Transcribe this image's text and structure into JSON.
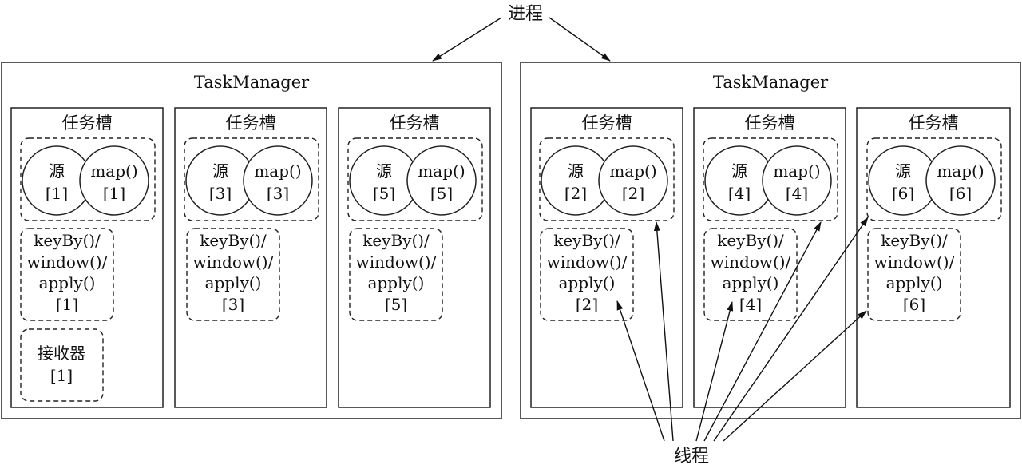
{
  "process_label": "进程",
  "thread_label": "线程",
  "task_managers": [
    {
      "title": "TaskManager",
      "slots": [
        {
          "title": "任务槽",
          "source": "源",
          "map": "map()",
          "source_index": "[1]",
          "map_index": "[1]",
          "agg_lines": [
            "keyBy()/",
            "window()/",
            "apply()",
            "[1]"
          ],
          "sink_lines": [
            "接收器",
            "[1]"
          ]
        },
        {
          "title": "任务槽",
          "source": "源",
          "map": "map()",
          "source_index": "[3]",
          "map_index": "[3]",
          "agg_lines": [
            "keyBy()/",
            "window()/",
            "apply()",
            "[3]"
          ]
        },
        {
          "title": "任务槽",
          "source": "源",
          "map": "map()",
          "source_index": "[5]",
          "map_index": "[5]",
          "agg_lines": [
            "keyBy()/",
            "window()/",
            "apply()",
            "[5]"
          ]
        }
      ]
    },
    {
      "title": "TaskManager",
      "slots": [
        {
          "title": "任务槽",
          "source": "源",
          "map": "map()",
          "source_index": "[2]",
          "map_index": "[2]",
          "agg_lines": [
            "keyBy()/",
            "window()/",
            "apply()",
            "[2]"
          ]
        },
        {
          "title": "任务槽",
          "source": "源",
          "map": "map()",
          "source_index": "[4]",
          "map_index": "[4]",
          "agg_lines": [
            "keyBy()/",
            "window()/",
            "apply()",
            "[4]"
          ]
        },
        {
          "title": "任务槽",
          "source": "源",
          "map": "map()",
          "source_index": "[6]",
          "map_index": "[6]",
          "agg_lines": [
            "keyBy()/",
            "window()/",
            "apply()",
            "[6]"
          ]
        }
      ]
    }
  ]
}
